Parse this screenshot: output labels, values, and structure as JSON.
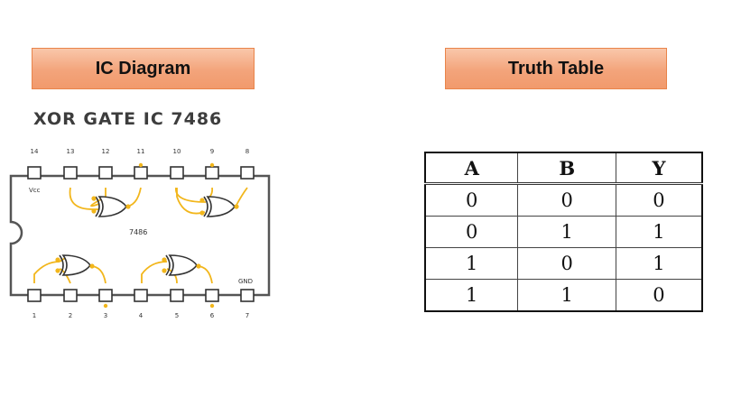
{
  "headers": {
    "left": "IC Diagram",
    "right": "Truth Table"
  },
  "ic": {
    "title": "XOR GATE IC 7486",
    "chip_label": "7486",
    "vcc": "Vcc",
    "gnd": "GND",
    "top_pins": [
      "14",
      "13",
      "12",
      "11",
      "10",
      "9",
      "8"
    ],
    "bottom_pins": [
      "1",
      "2",
      "3",
      "4",
      "5",
      "6",
      "7"
    ]
  },
  "truth_table": {
    "columns": [
      "A",
      "B",
      "Y"
    ],
    "rows": [
      [
        "0",
        "0",
        "0"
      ],
      [
        "0",
        "1",
        "1"
      ],
      [
        "1",
        "0",
        "1"
      ],
      [
        "1",
        "1",
        "0"
      ]
    ]
  },
  "colors": {
    "wire": "#f2b61b",
    "header_fill": "#f3a47b",
    "header_border": "#e9844a"
  }
}
